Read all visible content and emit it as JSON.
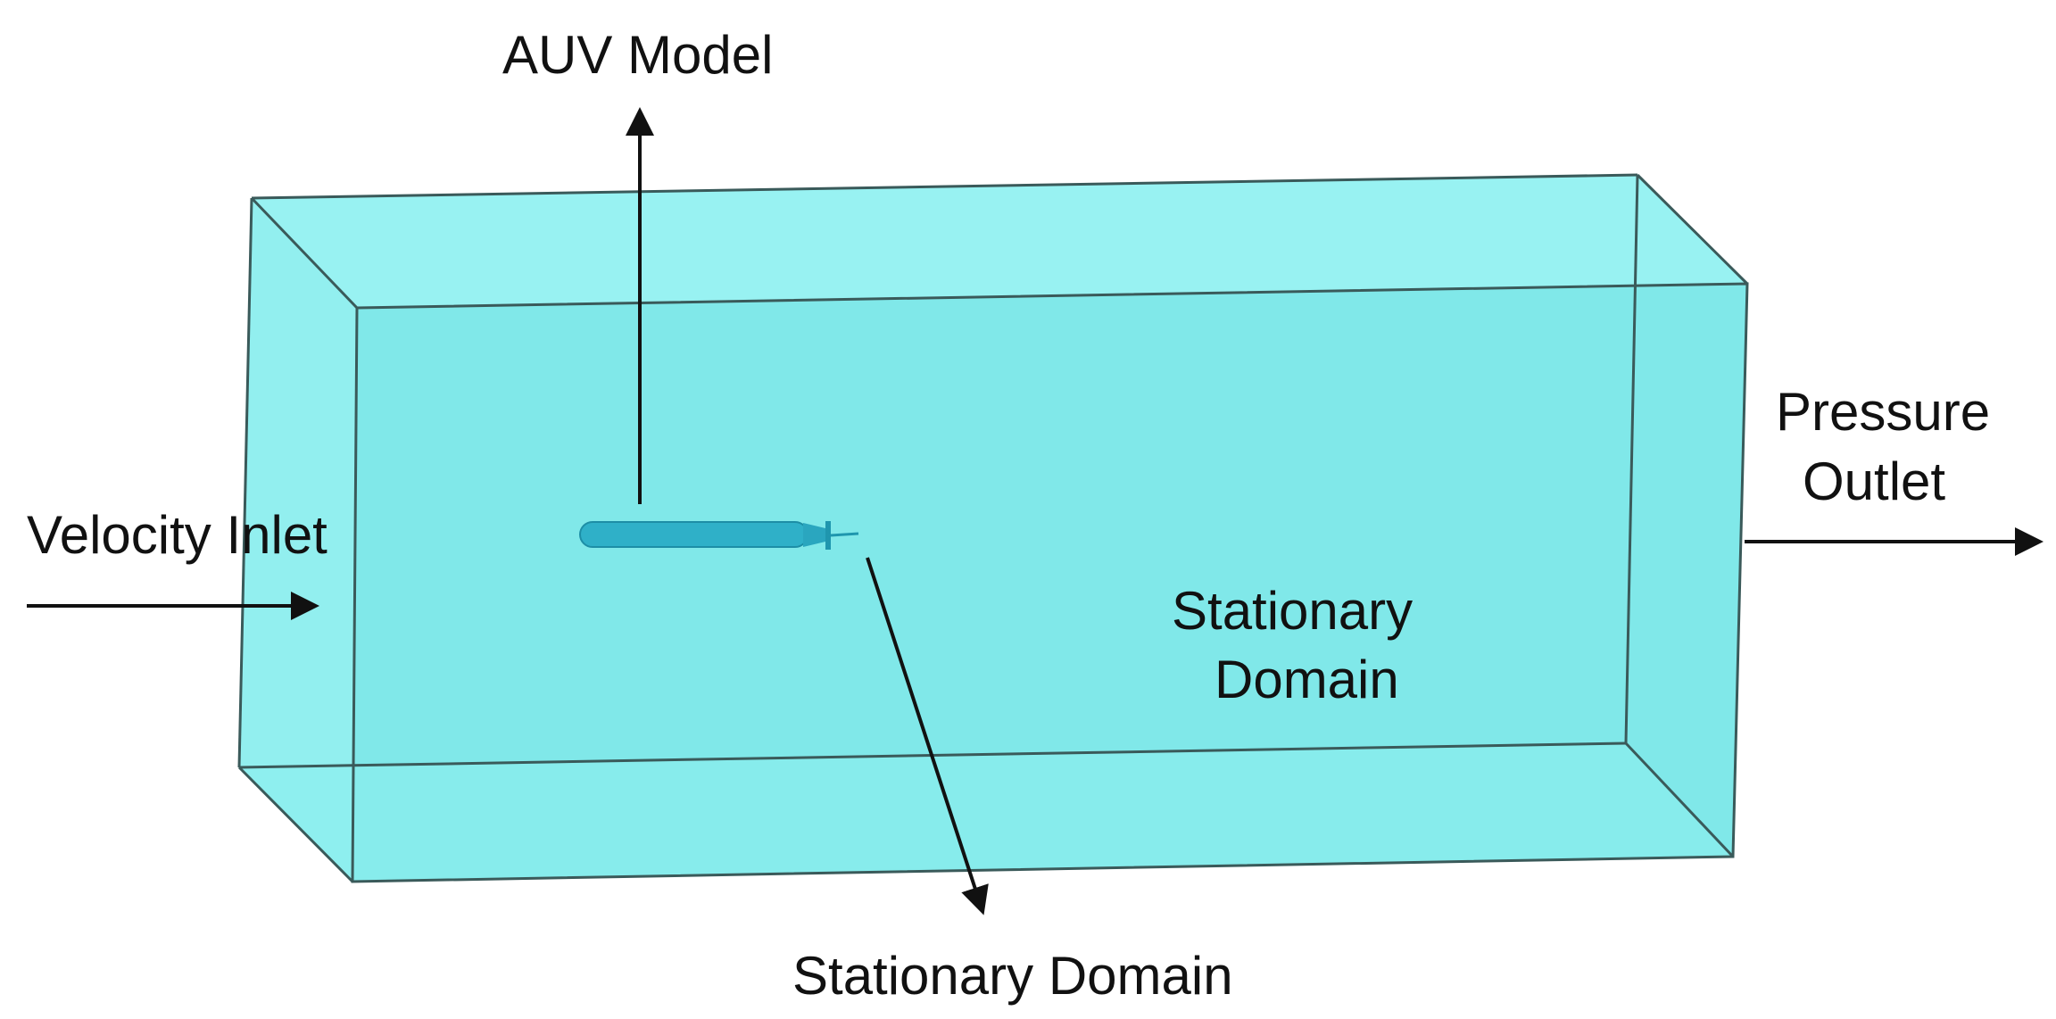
{
  "labels": {
    "auv_model": "AUV Model",
    "velocity_inlet": "Velocity Inlet",
    "pressure_outlet_line1": "Pressure",
    "pressure_outlet_line2": "Outlet",
    "domain_inner_line1": "Stationary",
    "domain_inner_line2": "Domain",
    "domain_bottom": "Stationary Domain"
  },
  "colors": {
    "domain_fill": "#8aeeee",
    "domain_top": "#9df3f3",
    "domain_front": "#7fe9ea",
    "auv_body": "#2fb0c8",
    "arrow": "#111111",
    "text": "#111111"
  }
}
